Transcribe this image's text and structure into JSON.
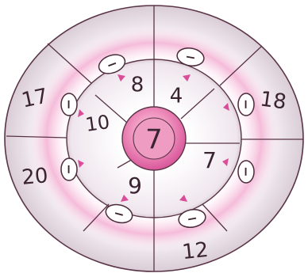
{
  "center": {
    "value": "7"
  },
  "inner_ring": [
    {
      "id": "top-left",
      "value": "8"
    },
    {
      "id": "top-right",
      "value": "4"
    },
    {
      "id": "right",
      "value": "7"
    },
    {
      "id": "bottom",
      "value": "9"
    },
    {
      "id": "left",
      "value": "10"
    }
  ],
  "outer_ring": [
    {
      "id": "upper-left",
      "value": "17"
    },
    {
      "id": "upper-right",
      "value": "18"
    },
    {
      "id": "lower-left",
      "value": "20"
    },
    {
      "id": "bottom",
      "value": "12"
    }
  ],
  "operator_symbol": "−",
  "colors": {
    "rim": "#e6dfe6",
    "pink": "#f07cb8",
    "center_fill": "#ec86b4",
    "ink": "#4a2b3a",
    "arrow": "#d6338a"
  }
}
